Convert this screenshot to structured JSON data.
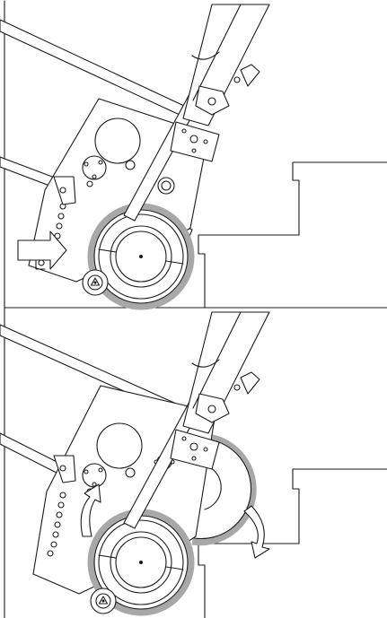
{
  "figure": {
    "panels": [
      {
        "id": "top",
        "motion": "push-forward"
      },
      {
        "id": "bottom",
        "motion": "rotate-climb"
      }
    ],
    "colors": {
      "line": "#1a1a1a",
      "tire": "#a8a8a8",
      "background": "#ffffff"
    }
  }
}
